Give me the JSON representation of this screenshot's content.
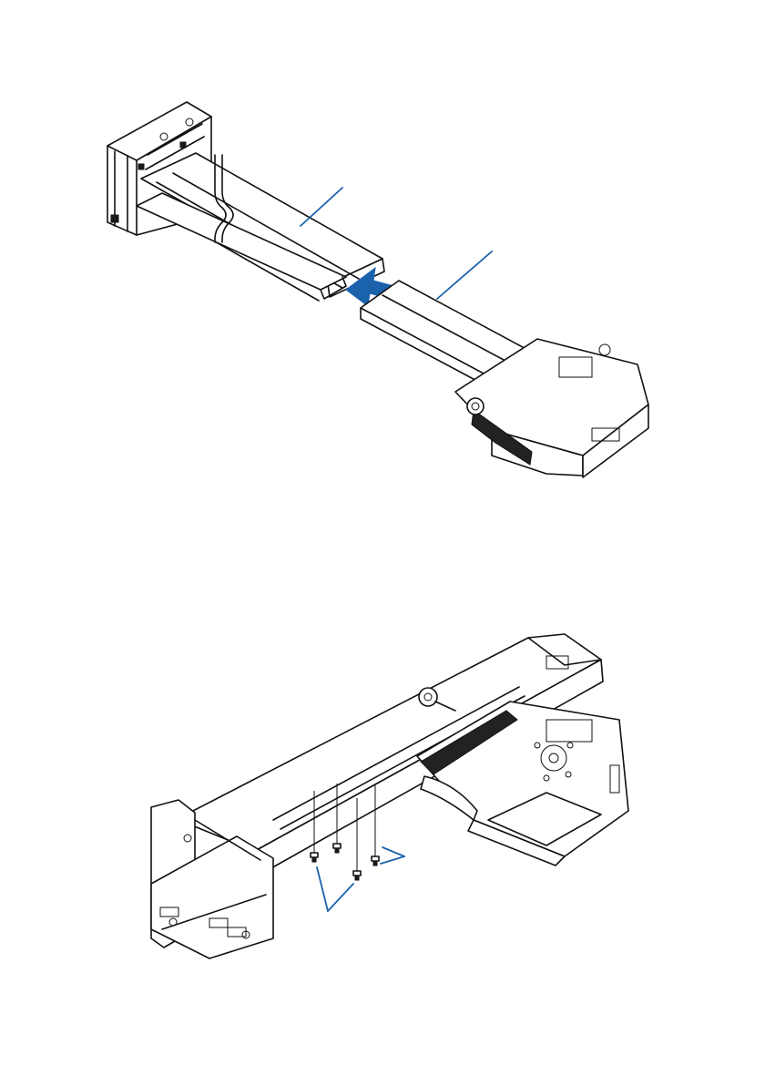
{
  "figures": [
    {
      "id": "slide-in",
      "callouts": [
        "wall-plate-rail",
        "slide-arm"
      ],
      "arrow": "insert-direction"
    },
    {
      "id": "fasten-screws",
      "callouts": [
        "screw-pair-left",
        "screw-pair-right"
      ],
      "screw_count": 4
    }
  ],
  "colors": {
    "accent": "#1b62ad",
    "line": "#111111",
    "background": "#ffffff"
  }
}
